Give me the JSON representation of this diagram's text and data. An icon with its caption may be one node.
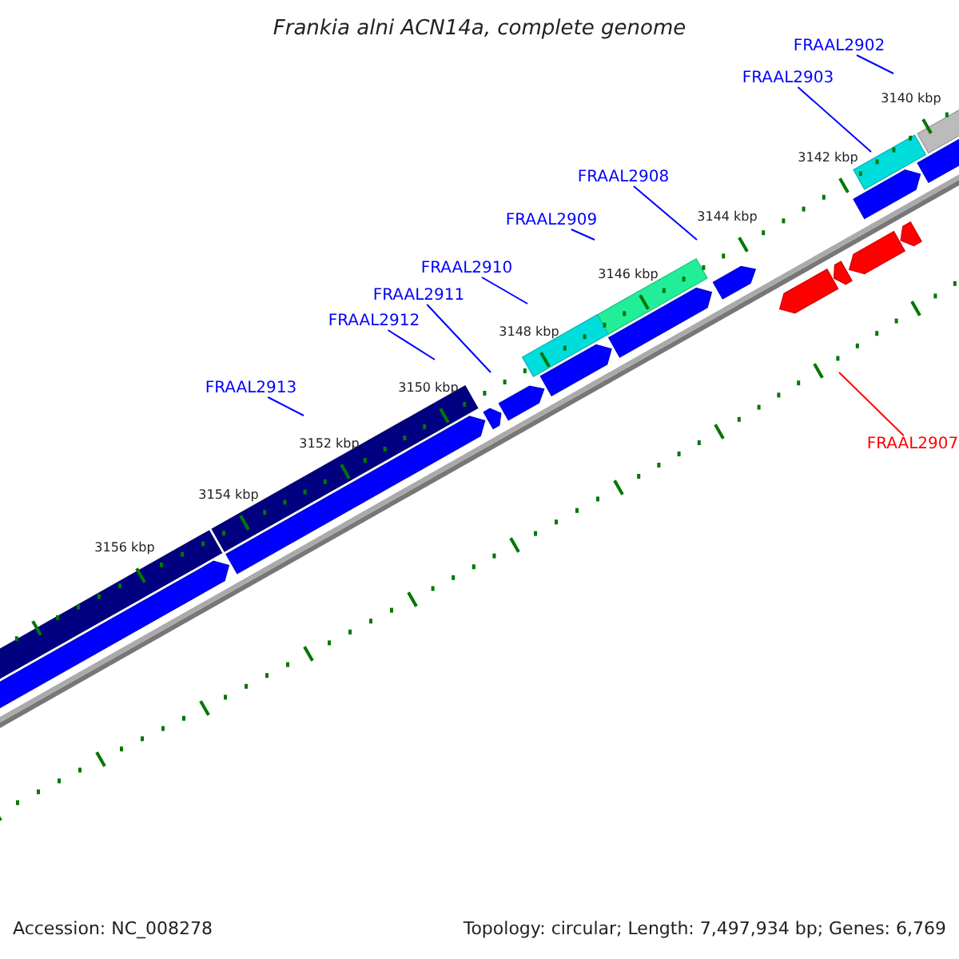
{
  "diagram": {
    "title": "Frankia alni ACN14a, complete genome",
    "nodes": [
      {
        "text": [
          "FRAAL2902"
        ]
      },
      {
        "text": [
          "FRAAL2903"
        ]
      },
      {
        "text": [
          "FRAAL2908"
        ]
      },
      {
        "text": [
          "FRAAL2909"
        ]
      },
      {
        "text": [
          "FRAAL2910"
        ]
      },
      {
        "text": [
          "FRAAL2911"
        ]
      },
      {
        "text": [
          "FRAAL2912"
        ]
      },
      {
        "text": [
          "FRAAL2913"
        ]
      },
      {
        "text": [
          "FRAAL2907"
        ]
      }
    ],
    "edges": [
      {
        "from": 0,
        "to": null,
        "arrow": "none"
      },
      {
        "from": 1,
        "to": null,
        "arrow": "none"
      },
      {
        "from": 2,
        "to": null,
        "arrow": "none"
      },
      {
        "from": 3,
        "to": null,
        "arrow": "none"
      },
      {
        "from": 4,
        "to": null,
        "arrow": "none"
      },
      {
        "from": 5,
        "to": null,
        "arrow": "none"
      },
      {
        "from": 6,
        "to": null,
        "arrow": "none"
      },
      {
        "from": 7,
        "to": null,
        "arrow": "none"
      },
      {
        "from": 8,
        "to": null,
        "arrow": "none",
        "color": "#ff0000"
      }
    ],
    "labels": [
      "3140 kbp",
      "3142 kbp",
      "3144 kbp",
      "3146 kbp",
      "3148 kbp",
      "3150 kbp",
      "3152 kbp",
      "3154 kbp",
      "3156 kbp",
      "Accession: NC_008278",
      "Topology: circular; Length: 7,497,934 bp; Genes: 6,769"
    ]
  }
}
